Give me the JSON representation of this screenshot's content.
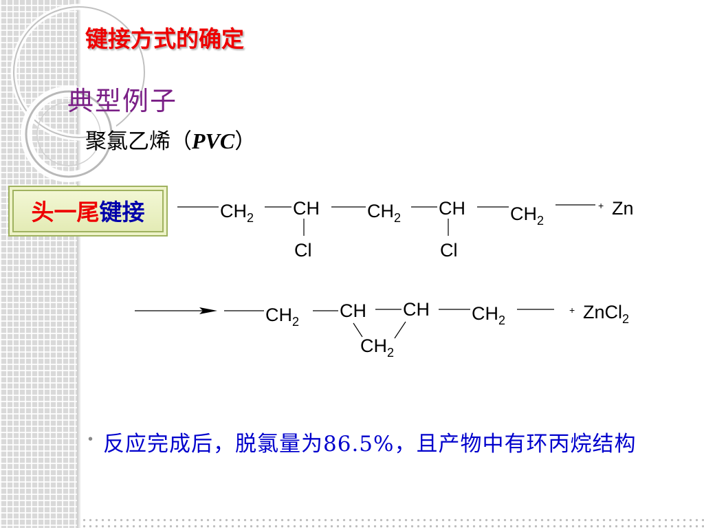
{
  "slide": {
    "title": "键接方式的确定",
    "heading": "典型例子",
    "polymer": {
      "name_cn": "聚氯乙烯（",
      "name_abbr": "PVC",
      "name_close": "）"
    }
  },
  "linkage_box": {
    "red_part": "头一尾",
    "blue_part": "键接"
  },
  "scheme": {
    "row1": {
      "units": [
        {
          "main": "CH",
          "sub": "2"
        },
        {
          "main": "CH",
          "substituent": "Cl"
        },
        {
          "main": "CH",
          "sub": "2"
        },
        {
          "main": "CH",
          "substituent": "Cl"
        },
        {
          "main": "CH",
          "sub": "2"
        }
      ],
      "plus": "+",
      "reagent": "Zn"
    },
    "row2": {
      "units": [
        {
          "main": "CH",
          "sub": "2"
        },
        {
          "main": "CH"
        },
        {
          "main": "CH"
        },
        {
          "main": "CH",
          "sub": "2"
        }
      ],
      "ring_bridge": {
        "main": "CH",
        "sub": "2"
      },
      "plus": "+",
      "product": {
        "main": "ZnCl",
        "sub": "2"
      }
    }
  },
  "bullet": {
    "text": "反应完成后，脱氯量为86.5%，且产物中有环丙烷结构",
    "marker": "•"
  },
  "colors": {
    "title": "#ee0000",
    "heading": "#7a1f86",
    "bullet_text": "#0000cc",
    "box_red": "#ee0000",
    "box_blue": "#0000aa"
  }
}
